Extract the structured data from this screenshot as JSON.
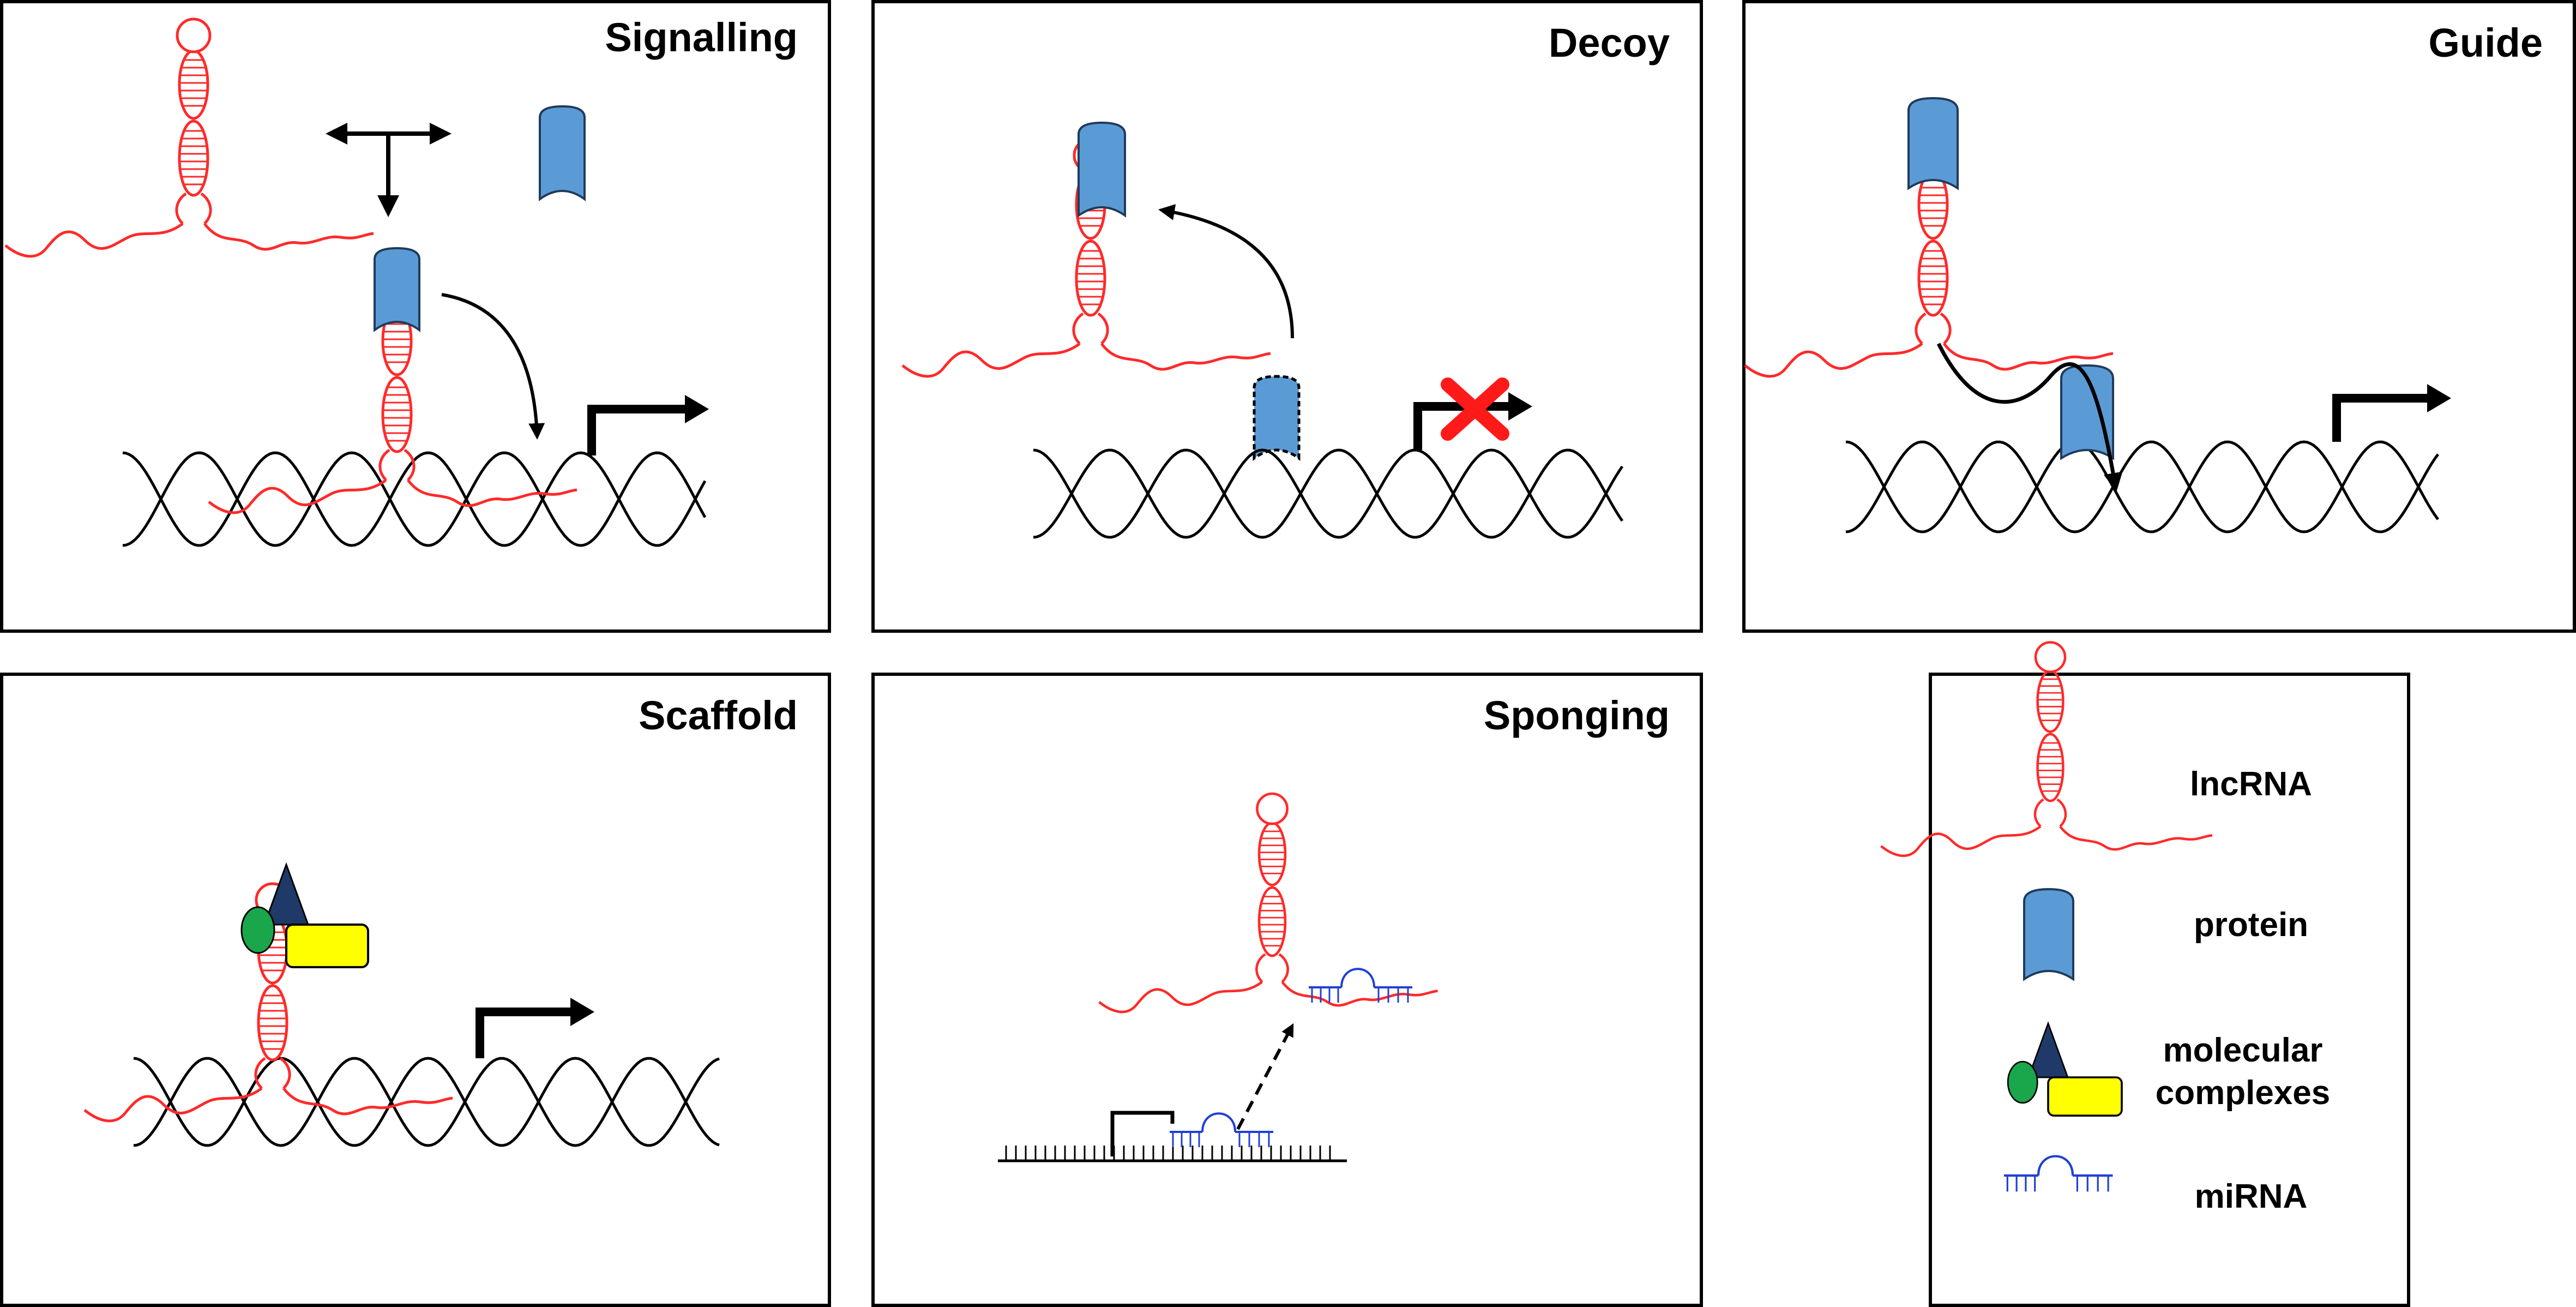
{
  "panels": {
    "signalling": {
      "title": "Signalling"
    },
    "decoy": {
      "title": "Decoy"
    },
    "guide": {
      "title": "Guide"
    },
    "scaffold": {
      "title": "Scaffold"
    },
    "sponging": {
      "title": "Sponging"
    }
  },
  "legend": {
    "lncrna": "lncRNA",
    "protein": "protein",
    "complex_line1": "molecular",
    "complex_line2": "complexes",
    "mirna": "miRNA"
  },
  "colors": {
    "lncrna": "#ff2a2a",
    "protein_fill": "#5b9bd5",
    "protein_stroke": "#1f3b5c",
    "mirna": "#1f3fd6",
    "complex_triangle": "#1f3a68",
    "complex_circle": "#1aa64a",
    "complex_rect": "#ffff00",
    "blocked_x": "#ff1a1a",
    "line": "#000000"
  }
}
